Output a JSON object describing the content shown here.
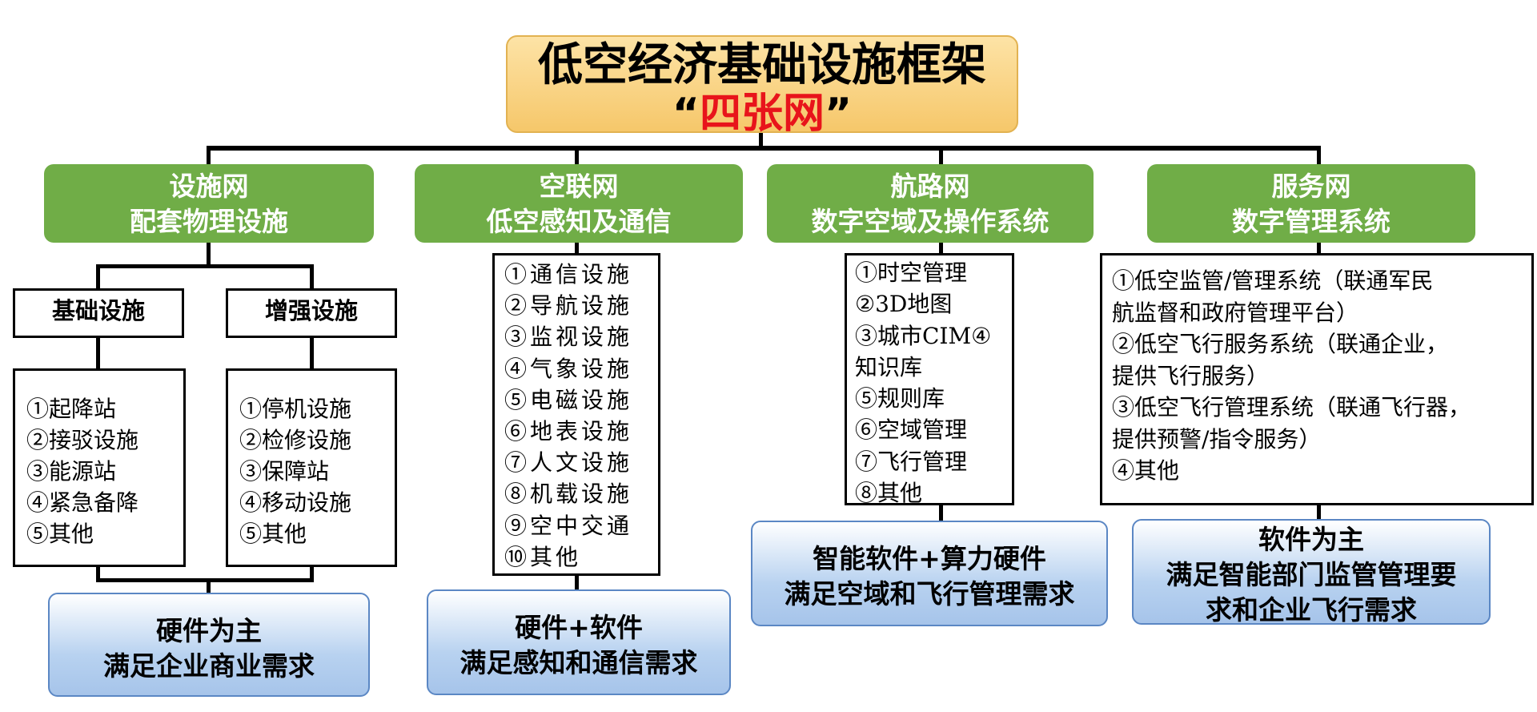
{
  "title": {
    "line1": "低空经济基础设施框架",
    "quote_open": "“",
    "line2": "四张网",
    "quote_close": "”"
  },
  "categories": [
    {
      "name": "设施网",
      "subtitle": "配套物理设施"
    },
    {
      "name": "空联网",
      "subtitle": "低空感知及通信"
    },
    {
      "name": "航路网",
      "subtitle": "数字空域及操作系统"
    },
    {
      "name": "服务网",
      "subtitle": "数字管理系统"
    }
  ],
  "sheshi": {
    "sub_headers": [
      "基础设施",
      "增强设施"
    ],
    "jichu_items": [
      "①起降站",
      "②接驳设施",
      "③能源站",
      "④紧急备降",
      "⑤其他"
    ],
    "zengqiang_items": [
      "①停机设施",
      "②检修设施",
      "③保障站",
      "④移动设施",
      "⑤其他"
    ]
  },
  "konglian_items": [
    "①通信设施",
    "②导航设施",
    "③监视设施",
    "④气象设施",
    "⑤电磁设施",
    "⑥地表设施",
    "⑦人文设施",
    "⑧机载设施",
    "⑨空中交通",
    "⑩其他"
  ],
  "hanglu_items": [
    "①时空管理",
    "②3D地图",
    "③城市CIM④",
    "知识库",
    "⑤规则库",
    "⑥空域管理",
    "⑦飞行管理",
    "⑧其他"
  ],
  "fuwu_lines": [
    "①低空监管/管理系统（联通军民",
    "航监督和政府管理平台）",
    "②低空飞行服务系统（联通企业，",
    "提供飞行服务）",
    "③低空飞行管理系统（联通飞行器，",
    "提供预警/指令服务）",
    "④其他"
  ],
  "summaries": [
    [
      "硬件为主",
      "满足企业商业需求"
    ],
    [
      "硬件+软件",
      "满足感知和通信需求"
    ],
    [
      "智能软件+算力硬件",
      "满足空域和飞行管理需求"
    ],
    [
      "软件为主",
      "满足智能部门监管管理要",
      "求和企业飞行需求"
    ]
  ]
}
